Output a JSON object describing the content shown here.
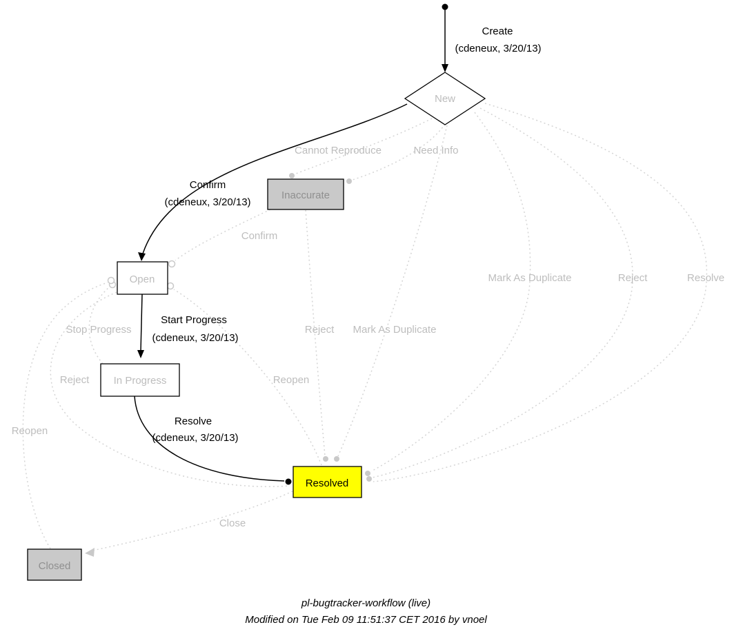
{
  "nodes": {
    "new": {
      "label": "New"
    },
    "inaccurate": {
      "label": "Inaccurate"
    },
    "open": {
      "label": "Open"
    },
    "in_progress": {
      "label": "In Progress"
    },
    "resolved": {
      "label": "Resolved"
    },
    "closed": {
      "label": "Closed"
    }
  },
  "edges": {
    "create": {
      "label": "Create",
      "by": "(cdeneux, 3/20/13)"
    },
    "confirm_new": {
      "label": "Confirm",
      "by": "(cdeneux, 3/20/13)"
    },
    "start_progress": {
      "label": "Start Progress",
      "by": "(cdeneux, 3/20/13)"
    },
    "resolve_main": {
      "label": "Resolve",
      "by": "(cdeneux, 3/20/13)"
    },
    "cannot_reproduce": {
      "label": "Cannot Reproduce"
    },
    "need_info": {
      "label": "Need Info"
    },
    "confirm_inaccurate": {
      "label": "Confirm"
    },
    "mark_as_duplicate_right": {
      "label": "Mark As Duplicate"
    },
    "reject_right": {
      "label": "Reject"
    },
    "resolve_right": {
      "label": "Resolve"
    },
    "stop_progress": {
      "label": "Stop Progress"
    },
    "reject_mid": {
      "label": "Reject"
    },
    "mark_as_duplicate_mid": {
      "label": "Mark As Duplicate"
    },
    "reject_left": {
      "label": "Reject"
    },
    "reopen_mid": {
      "label": "Reopen"
    },
    "reopen_left": {
      "label": "Reopen"
    },
    "close": {
      "label": "Close"
    }
  },
  "footer": {
    "title": "pl-bugtracker-workflow (live)",
    "modified": "Modified on Tue Feb 09 11:51:37 CET 2016 by vnoel"
  },
  "colors": {
    "resolved_fill": "#ffff00",
    "disabled_fill": "#c9c9c9",
    "active_fill": "#ffffff",
    "muted_label": "#bdbdbd",
    "dotted_edge": "#d4d4d4",
    "solid_edge": "#000000"
  }
}
